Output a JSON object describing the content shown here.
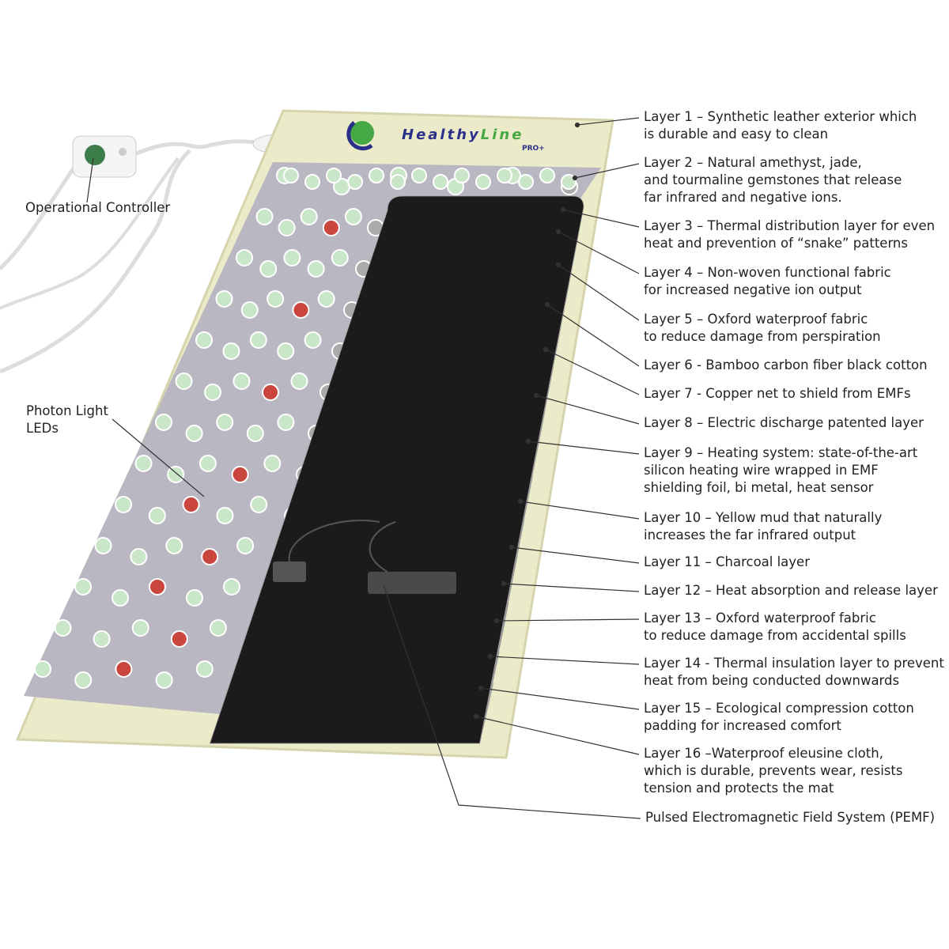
{
  "brand": {
    "name_part1": "Healthy",
    "name_part2": "Line",
    "badge": "PRO+"
  },
  "callouts": {
    "controller": {
      "lines": [
        "Operational Controller"
      ]
    },
    "leds": {
      "lines": [
        "Photon Light",
        "LEDs"
      ]
    },
    "pemf": {
      "lines": [
        "Pulsed Electromagnetic Field System (PEMF)"
      ]
    }
  },
  "layers": [
    {
      "lines": [
        "Layer 1 – Synthetic leather exterior which",
        "is durable and easy to clean"
      ]
    },
    {
      "lines": [
        "Layer 2 – Natural amethyst, jade,",
        "and tourmaline gemstones that release",
        "far infrared and negative ions."
      ]
    },
    {
      "lines": [
        "Layer 3 – Thermal distribution layer for even",
        "heat and prevention of “snake” patterns"
      ]
    },
    {
      "lines": [
        "Layer 4 – Non-woven functional fabric",
        "for increased negative ion output"
      ]
    },
    {
      "lines": [
        "Layer 5 – Oxford waterproof fabric",
        "to reduce damage from perspiration"
      ]
    },
    {
      "lines": [
        "Layer 6 - Bamboo carbon fiber black cotton"
      ]
    },
    {
      "lines": [
        "Layer 7 - Copper net to shield from EMFs"
      ]
    },
    {
      "lines": [
        "Layer 8 – Electric discharge patented layer"
      ]
    },
    {
      "lines": [
        "Layer 9 – Heating system: state-of-the-art",
        "silicon heating wire wrapped in EMF",
        "shielding foil, bi metal, heat sensor"
      ]
    },
    {
      "lines": [
        "Layer 10 – Yellow mud that naturally",
        "increases the far infrared output"
      ]
    },
    {
      "lines": [
        "Layer 11 – Charcoal layer"
      ]
    },
    {
      "lines": [
        "Layer 12 – Heat absorption and release layer"
      ]
    },
    {
      "lines": [
        "Layer 13 – Oxford waterproof fabric",
        "to reduce damage from accidental spills"
      ]
    },
    {
      "lines": [
        "Layer 14 - Thermal insulation layer to prevent",
        "heat from being conducted downwards"
      ]
    },
    {
      "lines": [
        "Layer 15 – Ecological compression cotton",
        "padding for increased comfort"
      ]
    },
    {
      "lines": [
        "Layer 16 –Waterproof eleusine cloth,",
        "which is durable, prevents wear, resists",
        "tension and protects the mat"
      ]
    }
  ],
  "colors": {
    "mat": "#ecebc9",
    "jade": "#c9e6c8",
    "led": "#c9453e",
    "brand_blue": "#2a2f8a",
    "brand_green": "#46a844"
  }
}
